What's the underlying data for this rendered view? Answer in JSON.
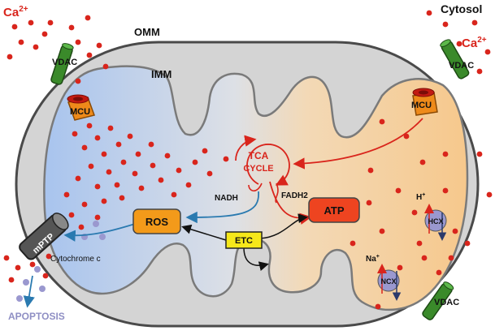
{
  "labels": {
    "ca_left": "Ca",
    "ca_right": "Ca",
    "ca_sup": "2+",
    "cytosol": "Cytosol",
    "omm": "OMM",
    "imm": "IMM",
    "vdac": "VDAC",
    "mcu": "MCU",
    "mptp": "mPTP",
    "tca_line1": "TCA",
    "tca_line2": "CYCLE",
    "nadh": "NADH",
    "fadh2": "FADH2",
    "ros": "ROS",
    "etc": "ETC",
    "atp": "ATP",
    "cytochrome_c": "Cytochrome c",
    "apoptosis": "APOPTOSIS",
    "na": "Na",
    "h": "H",
    "ion_sup_plus": "+",
    "ncx": "NCX",
    "hcx": "HCX"
  },
  "colors": {
    "calcium": "#d9251c",
    "omm_fill": "#d6d6d6",
    "imm_fill": "#c8c8c8",
    "matrix_blue": "#a9c6ee",
    "matrix_orange": "#f6cc93",
    "vdac_green": "#3a8a2a",
    "mcu_orange": "#ee8a1a",
    "ros_orange": "#f39a1a",
    "atp_red": "#ee4420",
    "etc_yellow": "#f6e81a",
    "exchanger_purple": "#9a98cf",
    "apoptosis": "#8f8fc4",
    "arrow_blue": "#2a7ab0"
  }
}
